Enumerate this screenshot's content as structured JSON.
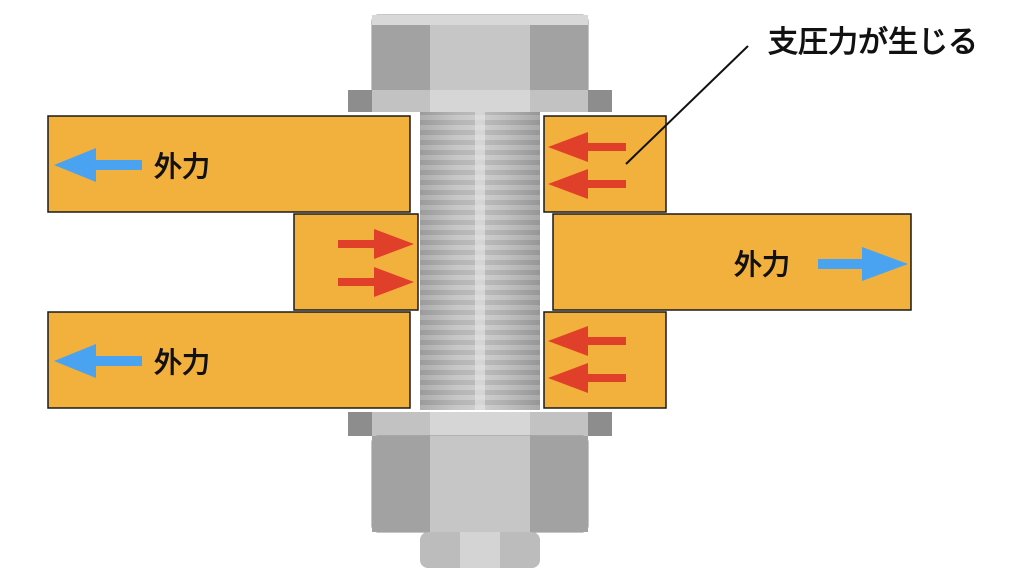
{
  "callout": {
    "text": "支圧力が生じる"
  },
  "plates": {
    "top_left": {
      "label": "外力"
    },
    "middle_right": {
      "label": "外力"
    },
    "bottom_left": {
      "label": "外力"
    }
  },
  "colors": {
    "plate_fill": "#F2B03C",
    "plate_stroke": "#1a1a1a",
    "external_force_arrow": "#4AA3F0",
    "bearing_force_arrow": "#E0402A",
    "bolt_metal_light": "#C9C9C9",
    "bolt_metal_mid": "#A9A9A9",
    "bolt_metal_dark": "#8A8A8A"
  }
}
